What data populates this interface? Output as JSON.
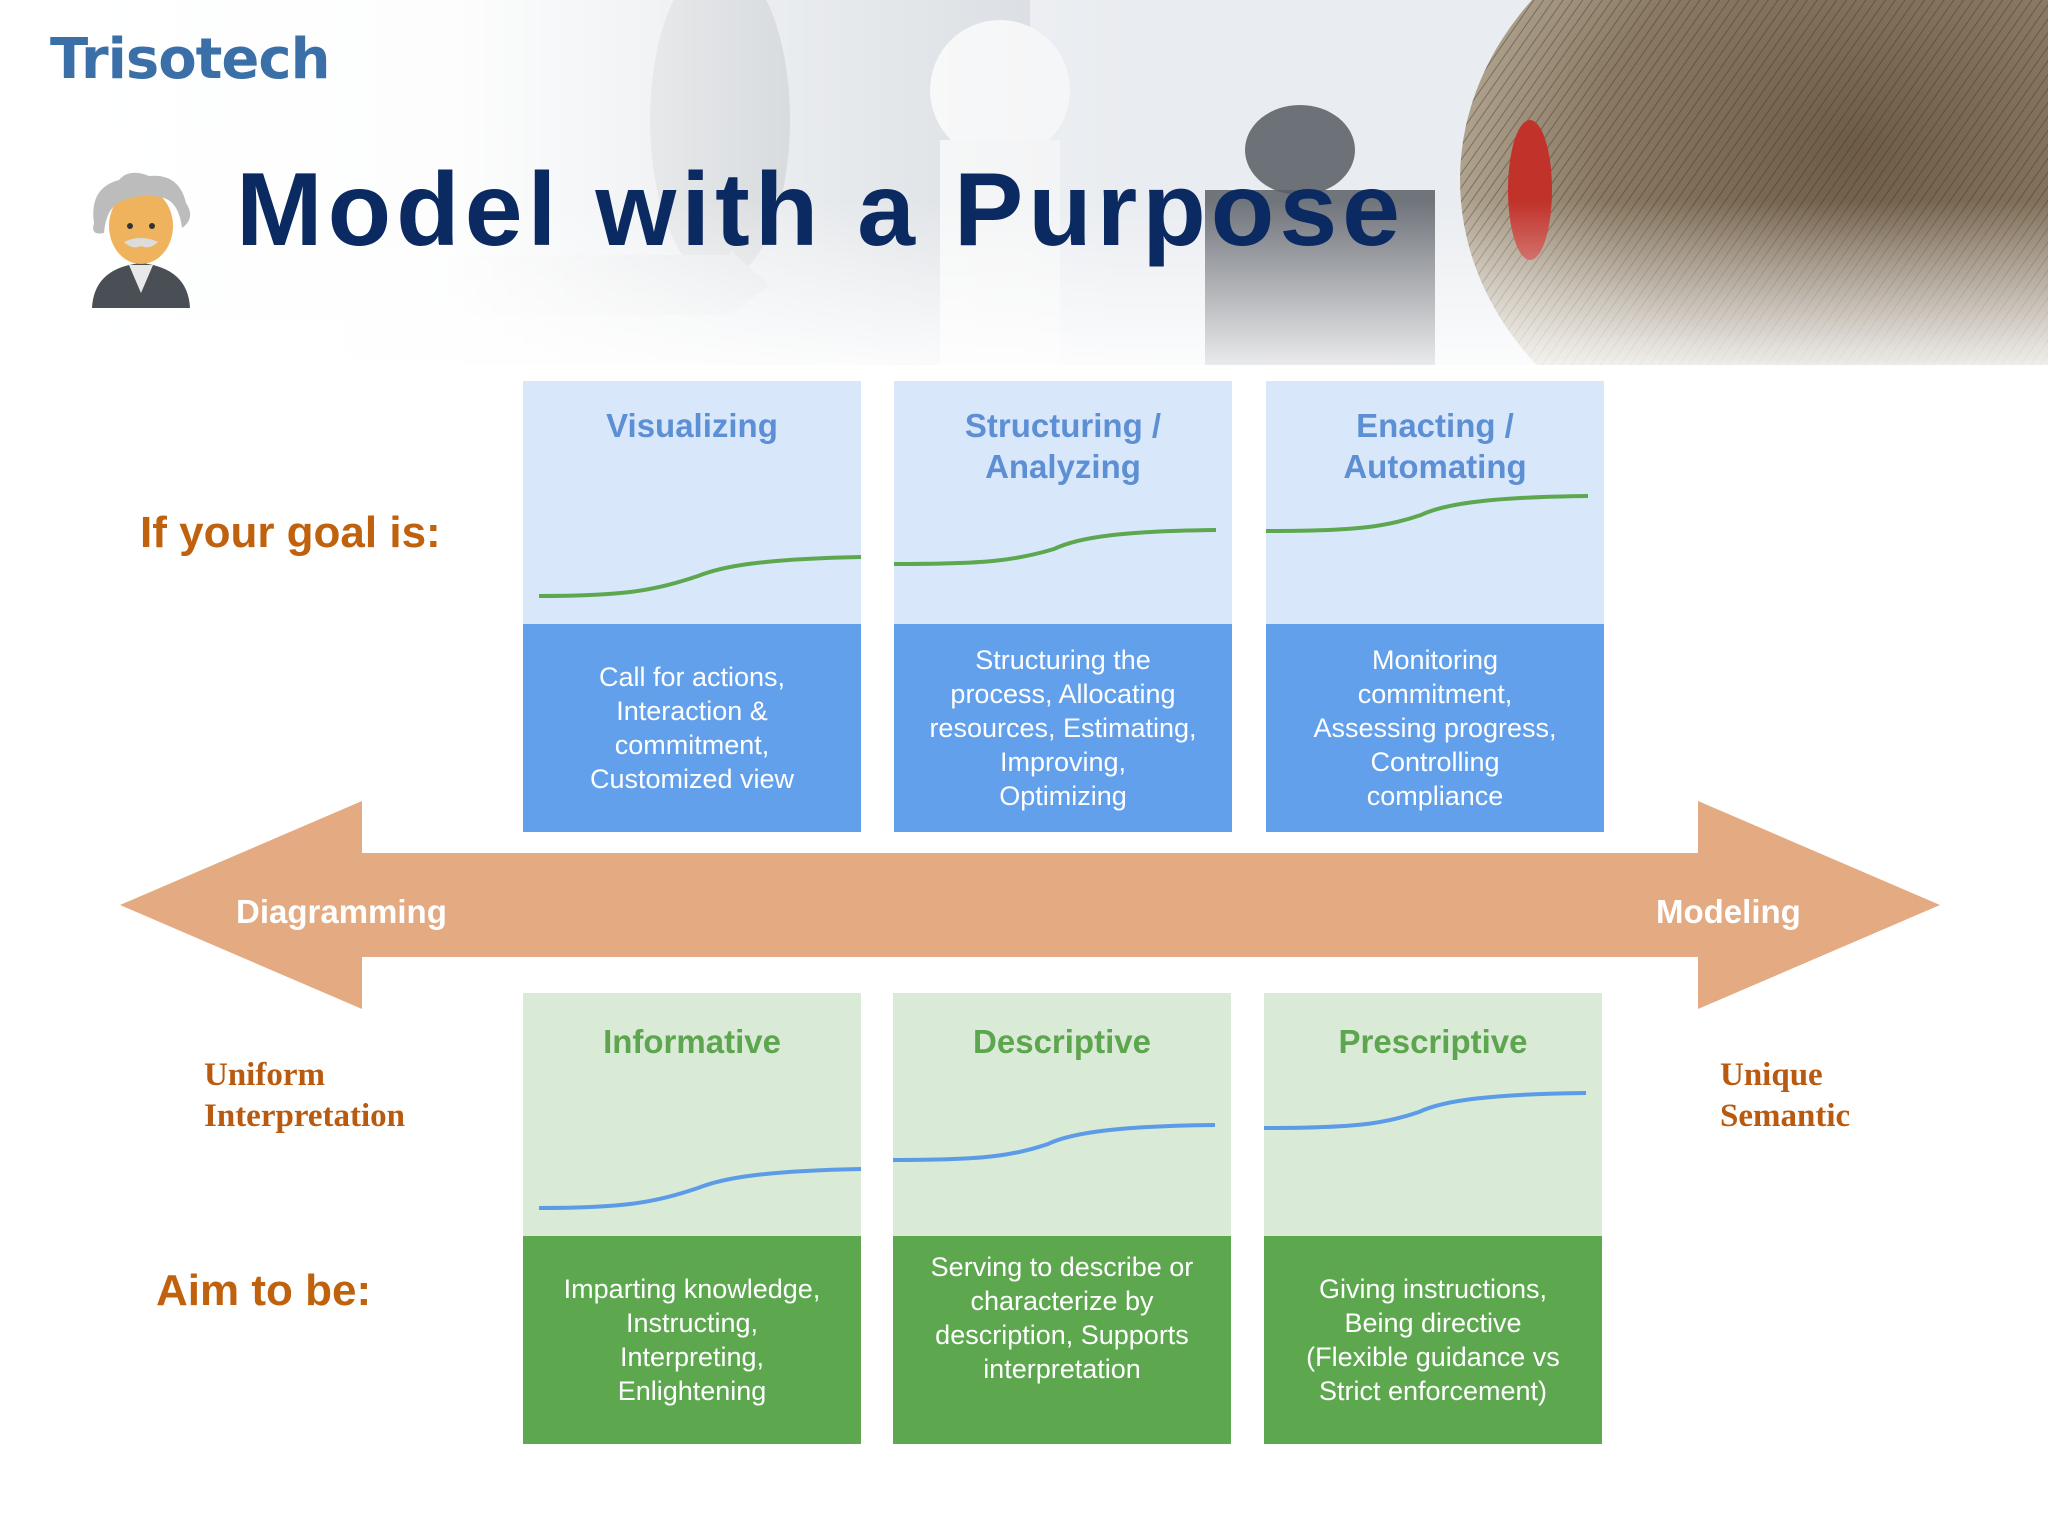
{
  "header": {
    "logo_text": "Trisotech",
    "title": "Model with a Purpose"
  },
  "labels": {
    "goal": "If your goal is:",
    "aim": "Aim to be:",
    "left_scale": [
      "Uniform",
      "Interpretation"
    ],
    "right_scale": [
      "Unique",
      "Semantic"
    ]
  },
  "arrow": {
    "left_label": "Diagramming",
    "right_label": "Modeling",
    "color": "#e4aa81"
  },
  "goal_panels": [
    {
      "heading": [
        "Visualizing"
      ],
      "description": [
        "Call for actions,",
        "Interaction &",
        "commitment,",
        "Customized view"
      ]
    },
    {
      "heading": [
        "Structuring /",
        "Analyzing"
      ],
      "description": [
        "Structuring the",
        "process, Allocating",
        "resources, Estimating,",
        "Improving,",
        "Optimizing"
      ]
    },
    {
      "heading": [
        "Enacting /",
        "Automating"
      ],
      "description": [
        "Monitoring",
        "commitment,",
        "Assessing progress,",
        "Controlling",
        "compliance"
      ]
    }
  ],
  "aim_panels": [
    {
      "heading": [
        "Informative"
      ],
      "description": [
        "Imparting knowledge,",
        "Instructing,",
        "Interpreting,",
        "Enlightening"
      ]
    },
    {
      "heading": [
        "Descriptive"
      ],
      "description": [
        "Serving to describe or",
        "characterize by",
        "description, Supports",
        "interpretation"
      ]
    },
    {
      "heading": [
        "Prescriptive"
      ],
      "description": [
        "Giving instructions,",
        "Being directive",
        "(Flexible guidance vs",
        "Strict enforcement)"
      ]
    }
  ],
  "colors": {
    "goal_top": "#d9e7fb",
    "goal_bottom": "#62a0ec",
    "goal_curve": "#5da84f",
    "aim_top": "#d9ead6",
    "aim_bottom": "#5da84f",
    "aim_curve": "#5b9be8",
    "title": "#0b2a62",
    "accent_orange": "#c0610e"
  }
}
